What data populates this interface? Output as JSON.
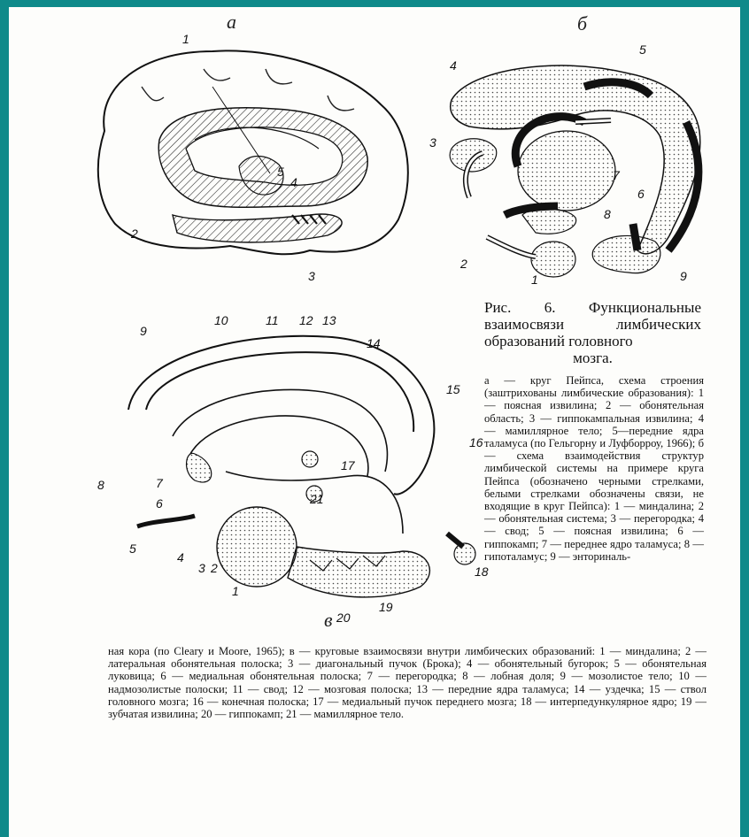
{
  "panels": {
    "a": "а",
    "b": "б",
    "v": "в"
  },
  "labels_a": [
    "1",
    "2",
    "3",
    "5",
    "4"
  ],
  "labels_b": [
    "1",
    "2",
    "3",
    "4",
    "5",
    "6",
    "7",
    "8",
    "9"
  ],
  "labels_v": [
    "1",
    "2",
    "3",
    "4",
    "5",
    "6",
    "7",
    "8",
    "9",
    "10",
    "11",
    "12",
    "13",
    "14",
    "15",
    "16",
    "17",
    "18",
    "19",
    "20",
    "21"
  ],
  "caption": {
    "title_line1": "Рис. 6. Функциональные взаимосвязи лимбических образований головного",
    "title_line2": "мозга.",
    "legend_right": "а — круг Пейпса, схема строения (заштрихованы лимбические образования): 1 — поясная извилина; 2 — обонятельная область; 3 — гиппокампальная извилина; 4 — мамиллярное тело; 5—передние ядра таламуса (по Гельгорну и Луфборроу, 1966); б — схема взаимодействия структур лимбической системы на примере круга Пейпса (обозначено черными стрелками, белыми стрелками обозначены связи, не входящие в круг Пейпса): 1 — миндалина; 2 — обонятельная система; 3 — перегородка; 4 — свод; 5 — поясная извилина; 6 — гиппокамп; 7 — переднее ядро таламуса; 8 — гипоталамус; 9 — энториналь-",
    "legend_bottom": "ная кора (по Cleary и Moore, 1965); в — круговые взаимосвязи внутри лимбических образований: 1 — миндалина; 2 — латеральная обонятельная полоска; 3 — диагональный пучок (Брока); 4 — обонятельный бугорок; 5 — обонятельная луковица; 6 — медиальная обонятельная полоска; 7 — перегородка; 8 — лобная доля; 9 — мозолистое тело; 10 — надмозолистые полоски; 11 — свод; 12 — мозговая полоска; 13 — передние ядра таламуса; 14 — уздечка; 15 — ствол головного мозга; 16 — конечная полоска; 17 — медиальный пучок переднего мозга; 18 — интерпедункулярное ядро; 19 — зубчатая извилина; 20 — гиппокамп; 21 — мамиллярное тело."
  }
}
